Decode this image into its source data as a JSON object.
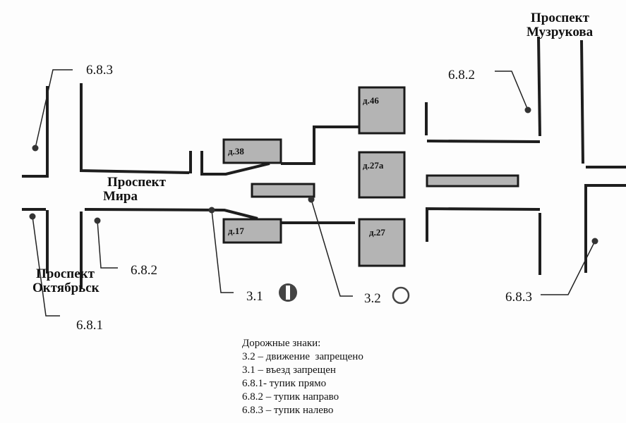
{
  "streets": {
    "mira": [
      "Проспект",
      "Мира"
    ],
    "oktyabrsky": [
      "Проспект",
      "Октябрьск"
    ],
    "muzrukova": [
      "Проспект",
      "Музрукова"
    ]
  },
  "buildings": [
    "д.38",
    "д.17",
    "д.46",
    "д.27а",
    "д.27"
  ],
  "sign_labels": {
    "left_683": "6.8.3",
    "left_681": "6.8.1",
    "left_682": "6.8.2",
    "s31": "3.1",
    "s32": "3.2",
    "right_682": "6.8.2",
    "right_683": "6.8.3"
  },
  "legend": {
    "title": "Дорожные знаки:",
    "items": [
      "3.2 – движение  запрещено",
      "3.1 – въезд запрещен",
      "6.8.1- тупик прямо",
      "6.8.2 – тупик направо",
      "6.8.3 – тупик налево"
    ]
  },
  "colors": {
    "building_fill": "#b4b4b4",
    "line": "#1e1e1e"
  }
}
